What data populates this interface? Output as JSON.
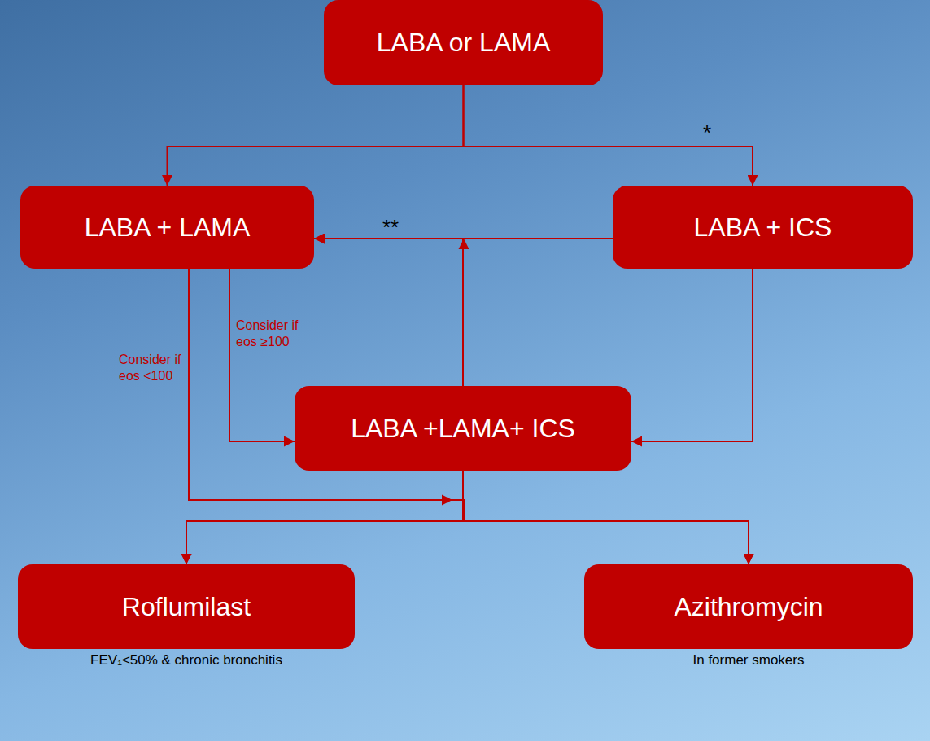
{
  "diagram": {
    "nodes": [
      {
        "text": [
          "LABA or LAMA"
        ]
      },
      {
        "text": [
          "LABA + LAMA"
        ]
      },
      {
        "text": [
          "LABA + ICS"
        ]
      },
      {
        "text": [
          "LABA +LAMA+ ICS"
        ]
      },
      {
        "text": [
          "Roflumilast",
          "FEV₁<50% & chronic bronchitis"
        ]
      },
      {
        "text": [
          "Azithromycin",
          "In former smokers"
        ]
      }
    ],
    "edges": [
      {
        "from": 0,
        "to": 1,
        "arrow": "to"
      },
      {
        "from": 0,
        "to": 2,
        "arrow": "to",
        "label": "*"
      },
      {
        "from": 2,
        "to": 1,
        "arrow": "to",
        "label": "**"
      },
      {
        "from": 3,
        "to": 1,
        "arrow": "to"
      },
      {
        "from": 1,
        "to": 3,
        "arrow": "to",
        "label": "Consider if eos ≥100"
      },
      {
        "from": 2,
        "to": 3,
        "arrow": "to"
      },
      {
        "from": 1,
        "to": 4,
        "arrow": "to",
        "label": "Consider if eos <100"
      },
      {
        "from": 1,
        "to": 5,
        "arrow": "to"
      },
      {
        "from": 3,
        "to": 4,
        "arrow": "to"
      },
      {
        "from": 3,
        "to": 5,
        "arrow": "to"
      }
    ]
  }
}
